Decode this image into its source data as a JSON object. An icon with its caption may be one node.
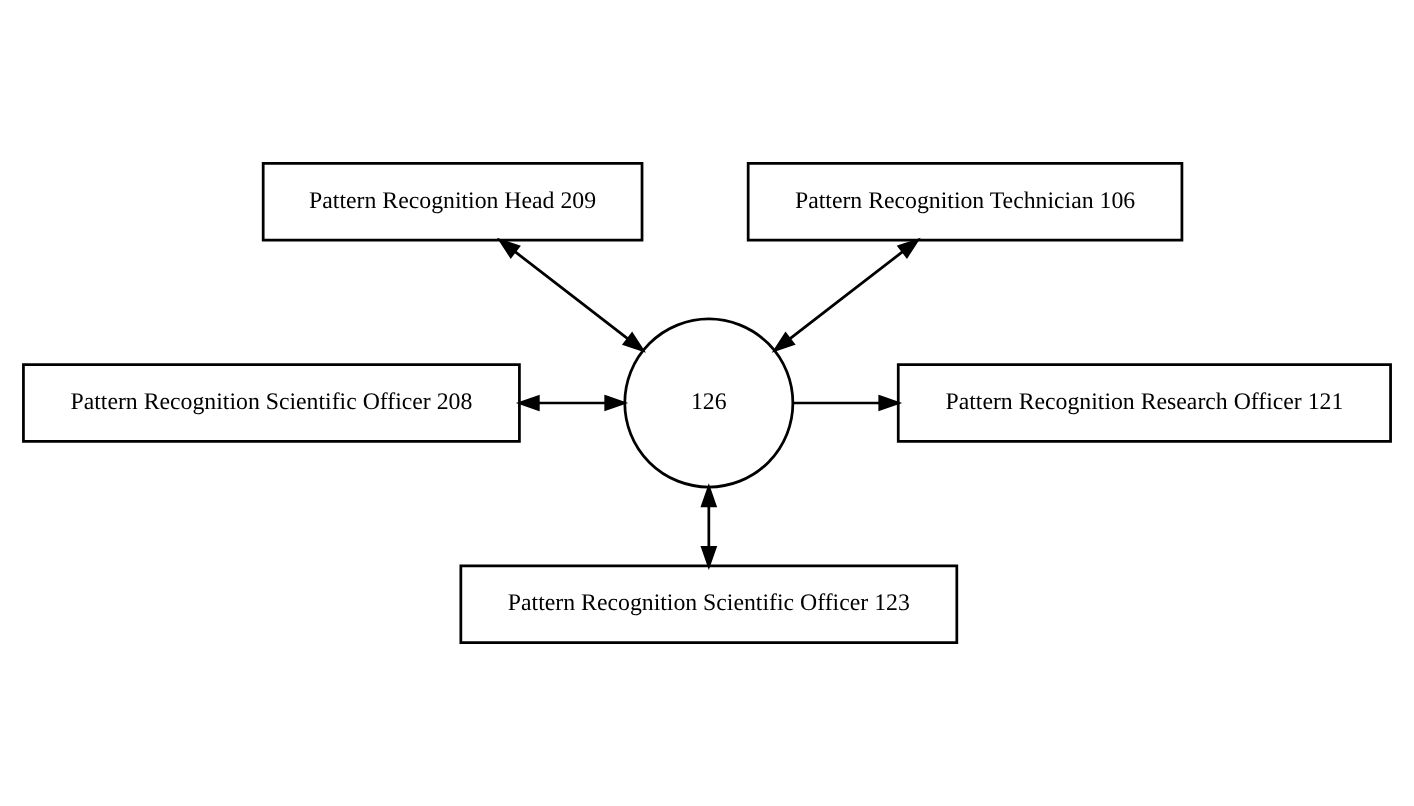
{
  "diagram": {
    "nodes": [
      {
        "text": [
          "Pattern Recognition Head 209"
        ]
      },
      {
        "text": [
          "Pattern Recognition Technician 106"
        ]
      },
      {
        "text": [
          "Pattern Recognition Scientific Officer 208"
        ]
      },
      {
        "text": [
          "126"
        ]
      },
      {
        "text": [
          "Pattern Recognition Research Officer 121"
        ]
      },
      {
        "text": [
          "Pattern Recognition Scientific Officer 123"
        ]
      }
    ],
    "edges": [
      {
        "from": 0,
        "to": 3,
        "arrow": "both"
      },
      {
        "from": 1,
        "to": 3,
        "arrow": "both"
      },
      {
        "from": 2,
        "to": 3,
        "arrow": "both"
      },
      {
        "from": 3,
        "to": 4,
        "arrow": "to"
      },
      {
        "from": 3,
        "to": 5,
        "arrow": "both"
      }
    ]
  }
}
